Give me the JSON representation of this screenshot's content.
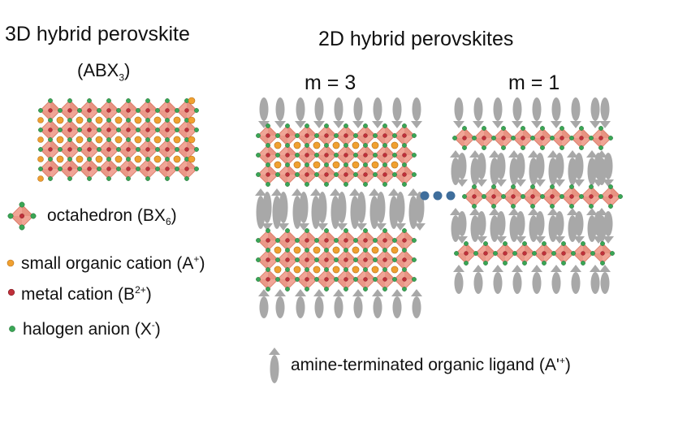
{
  "left_panel": {
    "title": "3D hybrid perovskite",
    "formula": {
      "base": "(ABX",
      "subscript": "3",
      "close": ")"
    }
  },
  "right_panel": {
    "title": "2D hybrid perovskites",
    "structures": [
      {
        "label": "m = 3"
      },
      {
        "label": "m = 1"
      }
    ],
    "ellipsis": "•••"
  },
  "legend": {
    "octahedron": {
      "text": "octahedron (BX",
      "subscript": "6",
      "close": ")"
    },
    "small_cation": {
      "text": "small organic cation (A",
      "superscript": "+",
      "close": ")"
    },
    "metal_cation": {
      "text": "metal cation (B",
      "superscript": "2+",
      "close": ")"
    },
    "halogen": {
      "text": "halogen anion (X",
      "superscript": "-",
      "close": ")"
    },
    "ligand": {
      "text": "amine-terminated organic ligand (A'",
      "superscript": "+",
      "close": ")"
    }
  },
  "colors": {
    "octahedron_fill": "#f0a596",
    "octahedron_dark": "#d9735f",
    "metal_cation": "#c0303a",
    "halogen": "#3aa655",
    "small_cation": "#f0a030",
    "ligand": "#a8a8a8",
    "ellipsis": "#3f6e9c"
  }
}
